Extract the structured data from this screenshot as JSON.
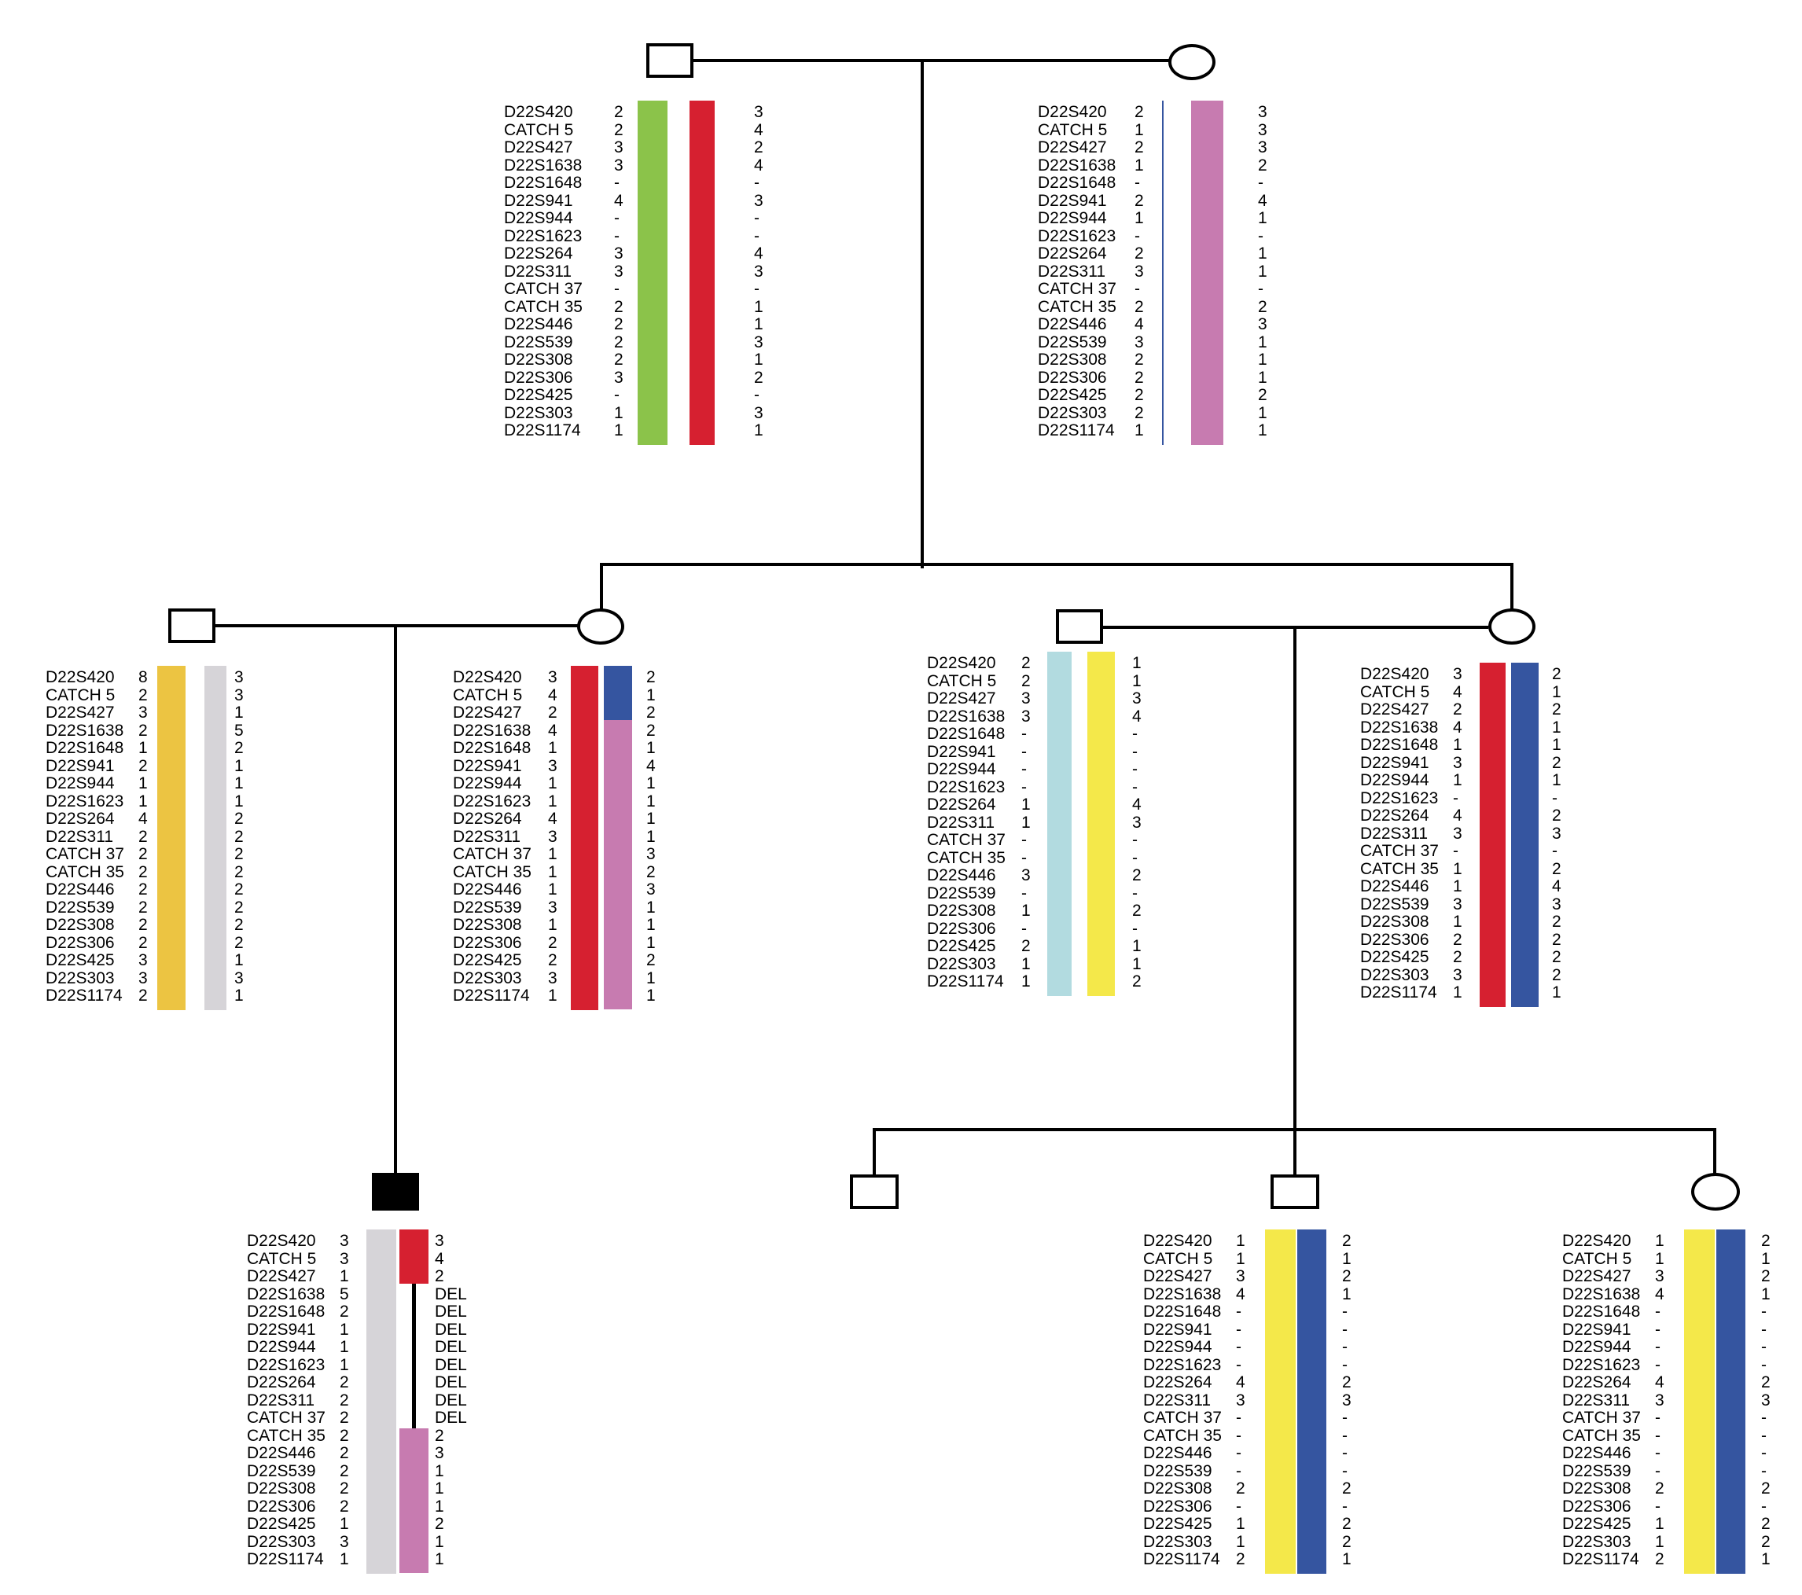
{
  "markers": [
    "D22S420",
    "CATCH 5",
    "D22S427",
    "D22S1638",
    "D22S1648",
    "D22S941",
    "D22S944",
    "D22S1623",
    "D22S264",
    "D22S311",
    "CATCH 37",
    "CATCH 35",
    "D22S446",
    "D22S539",
    "D22S308",
    "D22S306",
    "D22S425",
    "D22S303",
    "D22S1174"
  ],
  "colors": {
    "green": "#8bc34a",
    "red": "#d62030",
    "blue": "#3555a0",
    "pink": "#c77bb0",
    "orange": "#ecc442",
    "gray": "#d6d4d8",
    "cyan": "#b2dbe0",
    "yellow": "#f4e84a"
  },
  "individuals": [
    {
      "id": "I-1",
      "sex": "male",
      "affected": false,
      "left_alleles": [
        "2",
        "2",
        "3",
        "3",
        "-",
        "4",
        "-",
        "-",
        "3",
        "3",
        "-",
        "2",
        "2",
        "2",
        "2",
        "3",
        "-",
        "1",
        "1"
      ],
      "right_alleles": [
        "3",
        "4",
        "2",
        "4",
        "-",
        "3",
        "-",
        "-",
        "4",
        "3",
        "-",
        "1",
        "1",
        "3",
        "1",
        "2",
        "-",
        "3",
        "1"
      ],
      "hap1": [
        {
          "color": "green",
          "rows": 19
        }
      ],
      "hap2": [
        {
          "color": "red",
          "rows": 19
        }
      ]
    },
    {
      "id": "I-2",
      "sex": "female",
      "affected": false,
      "left_alleles": [
        "2",
        "1",
        "2",
        "1",
        "-",
        "2",
        "1",
        "-",
        "2",
        "3",
        "-",
        "2",
        "4",
        "3",
        "2",
        "2",
        "2",
        "2",
        "1"
      ],
      "right_alleles": [
        "3",
        "3",
        "3",
        "2",
        "-",
        "4",
        "1",
        "-",
        "1",
        "1",
        "-",
        "2",
        "3",
        "1",
        "1",
        "1",
        "2",
        "1",
        "1"
      ],
      "hap1": [
        {
          "color": "blue",
          "rows": 19
        }
      ],
      "hap2": [
        {
          "color": "pink",
          "rows": 19
        }
      ]
    },
    {
      "id": "II-1",
      "sex": "male",
      "affected": false,
      "left_alleles": [
        "8",
        "2",
        "3",
        "2",
        "1",
        "2",
        "1",
        "1",
        "4",
        "2",
        "2",
        "2",
        "2",
        "2",
        "2",
        "2",
        "3",
        "3",
        "2"
      ],
      "right_alleles": [
        "3",
        "3",
        "1",
        "5",
        "2",
        "1",
        "1",
        "1",
        "2",
        "2",
        "2",
        "2",
        "2",
        "2",
        "2",
        "2",
        "1",
        "3",
        "1"
      ],
      "hap1": [
        {
          "color": "orange",
          "rows": 19
        }
      ],
      "hap2": [
        {
          "color": "gray",
          "rows": 19
        }
      ]
    },
    {
      "id": "II-2",
      "sex": "female",
      "affected": false,
      "left_alleles": [
        "3",
        "4",
        "2",
        "4",
        "1",
        "3",
        "1",
        "1",
        "4",
        "3",
        "1",
        "1",
        "1",
        "3",
        "1",
        "2",
        "2",
        "3",
        "1"
      ],
      "right_alleles": [
        "2",
        "1",
        "2",
        "2",
        "1",
        "4",
        "1",
        "1",
        "1",
        "1",
        "3",
        "2",
        "3",
        "1",
        "1",
        "1",
        "2",
        "1",
        "1"
      ],
      "hap1": [
        {
          "color": "red",
          "rows": 19
        }
      ],
      "hap2": [
        {
          "color": "blue",
          "rows": 3
        },
        {
          "color": "pink",
          "rows": 16
        }
      ]
    },
    {
      "id": "II-3",
      "sex": "male",
      "affected": false,
      "left_alleles": [
        "2",
        "2",
        "3",
        "3",
        "-",
        "-",
        "-",
        "-",
        "1",
        "1",
        "-",
        "-",
        "3",
        "-",
        "1",
        "-",
        "2",
        "1",
        "1"
      ],
      "right_alleles": [
        "1",
        "1",
        "3",
        "4",
        "-",
        "-",
        "-",
        "-",
        "4",
        "3",
        "-",
        "-",
        "2",
        "-",
        "2",
        "-",
        "1",
        "1",
        "2"
      ],
      "hap1": [
        {
          "color": "cyan",
          "rows": 19
        }
      ],
      "hap2": [
        {
          "color": "yellow",
          "rows": 19
        }
      ]
    },
    {
      "id": "II-4",
      "sex": "female",
      "affected": false,
      "left_alleles": [
        "3",
        "4",
        "2",
        "4",
        "1",
        "3",
        "1",
        "-",
        "4",
        "3",
        "-",
        "1",
        "1",
        "3",
        "1",
        "2",
        "2",
        "3",
        "1"
      ],
      "right_alleles": [
        "2",
        "1",
        "2",
        "1",
        "1",
        "2",
        "1",
        "-",
        "2",
        "3",
        "-",
        "2",
        "4",
        "3",
        "2",
        "2",
        "2",
        "2",
        "1"
      ],
      "hap1": [
        {
          "color": "red",
          "rows": 19
        }
      ],
      "hap2": [
        {
          "color": "blue",
          "rows": 19
        }
      ]
    },
    {
      "id": "III-1",
      "sex": "male",
      "affected": true,
      "left_alleles": [
        "3",
        "3",
        "1",
        "5",
        "2",
        "1",
        "1",
        "1",
        "2",
        "2",
        "2",
        "2",
        "2",
        "2",
        "2",
        "2",
        "1",
        "3",
        "1"
      ],
      "right_alleles": [
        "3",
        "4",
        "2",
        "DEL",
        "DEL",
        "DEL",
        "DEL",
        "DEL",
        "DEL",
        "DEL",
        "DEL",
        "2",
        "3",
        "1",
        "1",
        "1",
        "2",
        "1",
        "1"
      ],
      "hap1": [
        {
          "color": "gray",
          "rows": 19
        }
      ],
      "hap2": [
        {
          "color": "red",
          "rows": 3
        },
        {
          "color": "deletion",
          "rows": 8
        },
        {
          "color": "pink",
          "rows": 8
        }
      ]
    },
    {
      "id": "III-2",
      "sex": "male",
      "affected": false
    },
    {
      "id": "III-3",
      "sex": "male",
      "affected": false,
      "left_alleles": [
        "1",
        "1",
        "3",
        "4",
        "-",
        "-",
        "-",
        "-",
        "4",
        "3",
        "-",
        "-",
        "-",
        "-",
        "2",
        "-",
        "1",
        "1",
        "2"
      ],
      "right_alleles": [
        "2",
        "1",
        "2",
        "1",
        "-",
        "-",
        "-",
        "-",
        "2",
        "3",
        "-",
        "-",
        "-",
        "-",
        "2",
        "-",
        "2",
        "2",
        "1"
      ],
      "hap1": [
        {
          "color": "yellow",
          "rows": 19
        }
      ],
      "hap2": [
        {
          "color": "blue",
          "rows": 19
        }
      ]
    },
    {
      "id": "III-4",
      "sex": "female",
      "affected": false,
      "left_alleles": [
        "1",
        "1",
        "3",
        "4",
        "-",
        "-",
        "-",
        "-",
        "4",
        "3",
        "-",
        "-",
        "-",
        "-",
        "2",
        "-",
        "1",
        "1",
        "2"
      ],
      "right_alleles": [
        "2",
        "1",
        "2",
        "1",
        "-",
        "-",
        "-",
        "-",
        "2",
        "3",
        "-",
        "-",
        "-",
        "-",
        "2",
        "-",
        "2",
        "2",
        "1"
      ],
      "hap1": [
        {
          "color": "yellow",
          "rows": 19
        }
      ],
      "hap2": [
        {
          "color": "blue",
          "rows": 19
        }
      ]
    }
  ]
}
